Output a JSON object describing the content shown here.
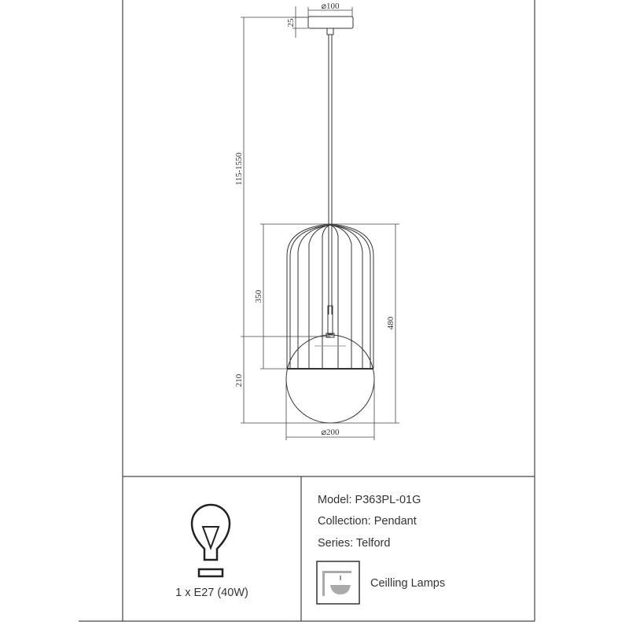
{
  "dimensions": {
    "canopy_diameter": "⌀100",
    "canopy_height": "25",
    "suspension_length": "115-1550",
    "cage_height": "350",
    "sphere_height": "210",
    "total_height": "480",
    "shade_diameter": "⌀200"
  },
  "specs": {
    "model": "Model: P363PL-01G",
    "collection": "Collection: Pendant",
    "series": "Series: Telford",
    "category": "Ceilling Lamps"
  },
  "bulb": {
    "label": "1 x E27 (40W)",
    "icon": "light-bulb-icon"
  },
  "category_icon": "ceiling-lamp-icon"
}
